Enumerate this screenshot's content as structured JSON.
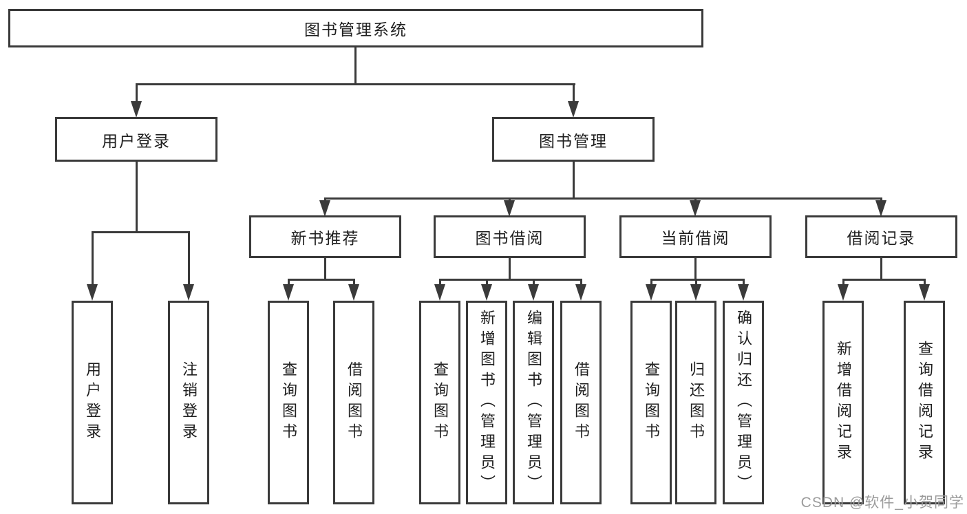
{
  "title": {
    "label": "图书管理系统"
  },
  "level2": {
    "user_login": {
      "label": "用户登录"
    },
    "book_management": {
      "label": "图书管理"
    }
  },
  "level3": {
    "new_books": {
      "label": "新书推荐"
    },
    "borrowing": {
      "label": "图书借阅"
    },
    "current": {
      "label": "当前借阅"
    },
    "records": {
      "label": "借阅记录"
    }
  },
  "leaves": {
    "user_login": {
      "label": "用户登录"
    },
    "logout": {
      "label": "注销登录"
    },
    "nb_query": {
      "label": "查询图书"
    },
    "nb_borrow": {
      "label": "借阅图书"
    },
    "bb_query": {
      "label": "查询图书"
    },
    "bb_add": {
      "label": "新增图书（管理员）"
    },
    "bb_edit": {
      "label": "编辑图书（管理员）"
    },
    "bb_borrow": {
      "label": "借阅图书"
    },
    "cb_query": {
      "label": "查询图书"
    },
    "cb_return": {
      "label": "归还图书"
    },
    "cb_confirm": {
      "label": "确认归还（管理员）"
    },
    "br_add": {
      "label": "新增借阅记录"
    },
    "br_query": {
      "label": "查询借阅记录"
    }
  },
  "watermark": {
    "text": "CSDN @软件_小贺同学"
  },
  "colors": {
    "line": "#3a3a3a",
    "text": "#1f1f1f",
    "watermark": "#9b9b9b",
    "background": "#ffffff"
  }
}
